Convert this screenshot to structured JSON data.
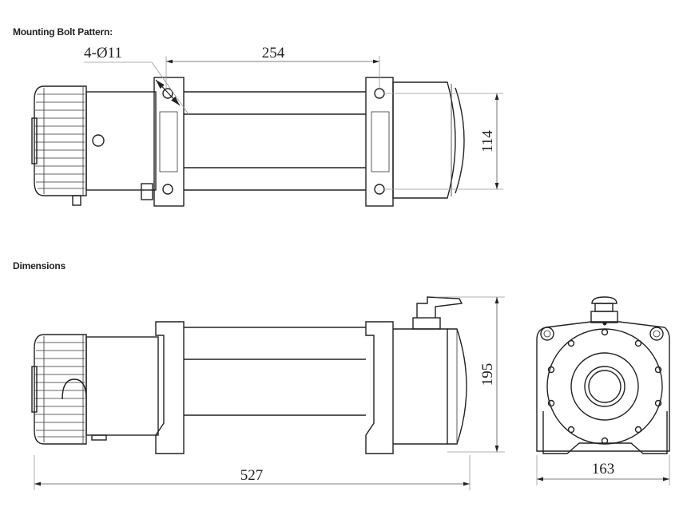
{
  "sections": {
    "bolt_pattern_title": "Mounting Bolt Pattern:",
    "dimensions_title": "Dimensions"
  },
  "bolt_pattern": {
    "hole_spec": "4-Ø11",
    "length": "254",
    "width": "114"
  },
  "dimensions": {
    "overall_length": "527",
    "height": "195",
    "width": "163"
  },
  "colors": {
    "line": "#222222",
    "dimension_line": "#999999"
  }
}
